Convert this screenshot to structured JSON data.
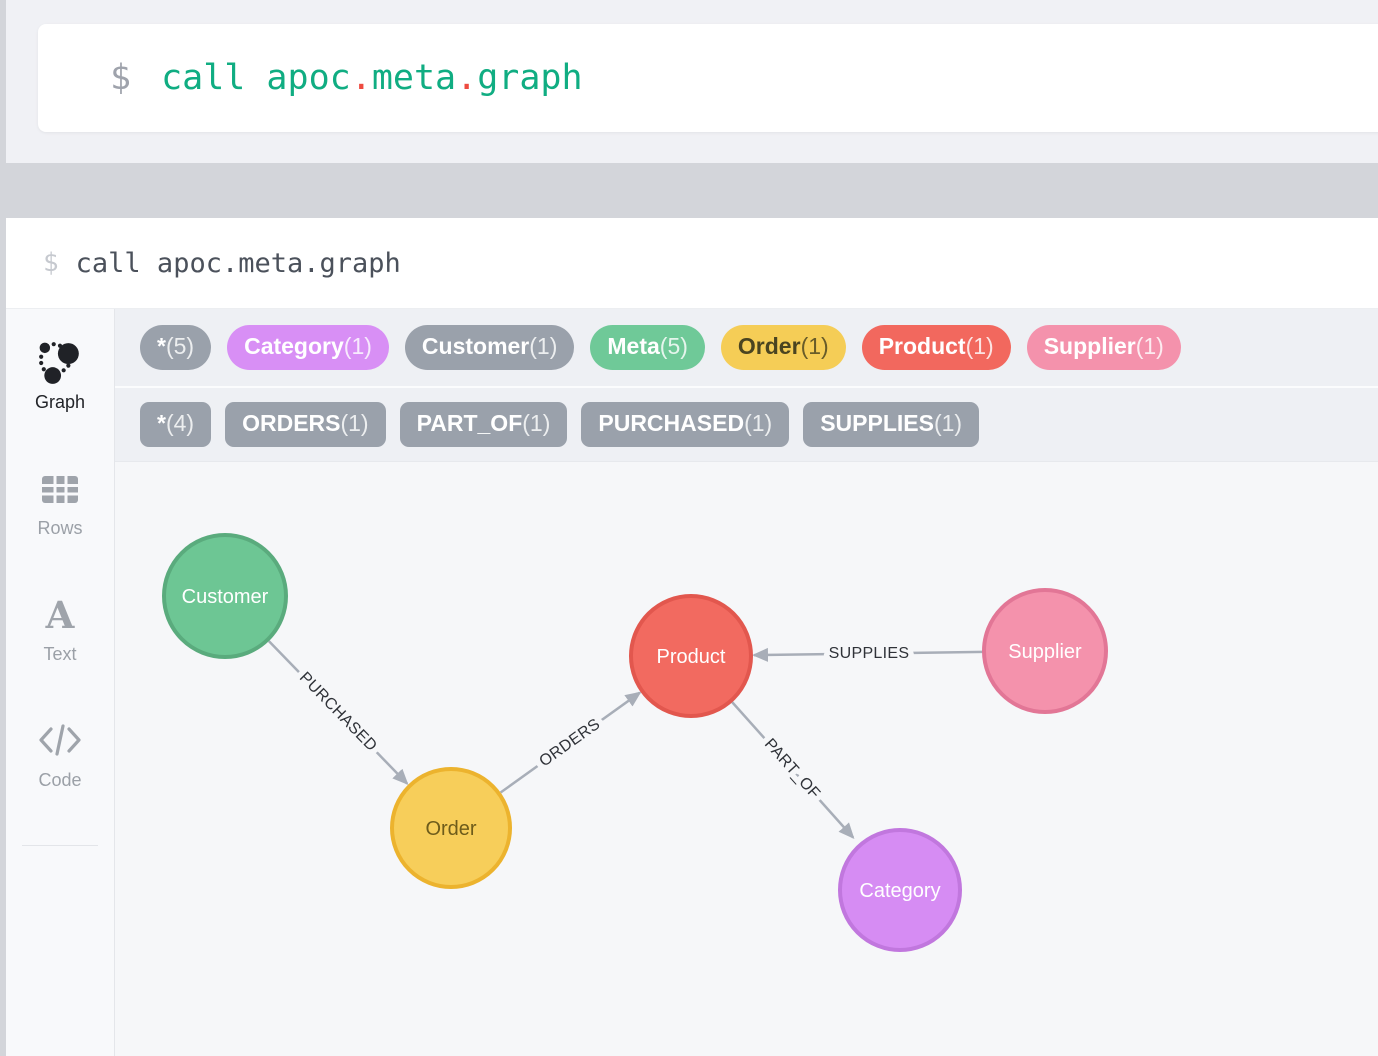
{
  "editor": {
    "prompt": "$",
    "code_segments": [
      {
        "text": "call apoc",
        "color": "green"
      },
      {
        "text": ".",
        "color": "red"
      },
      {
        "text": "meta",
        "color": "green"
      },
      {
        "text": ".",
        "color": "red"
      },
      {
        "text": "graph",
        "color": "green"
      }
    ],
    "code_green": "#10ad82",
    "code_red": "#ee4b40"
  },
  "frame": {
    "header_prompt": "$",
    "header_command": "call apoc.meta.graph"
  },
  "sidebar": {
    "items": [
      {
        "label": "Graph",
        "active": true
      },
      {
        "label": "Rows",
        "active": false
      },
      {
        "label": "Text",
        "active": false
      },
      {
        "label": "Code",
        "active": false
      }
    ]
  },
  "overview": {
    "node_badges": [
      {
        "label": "*",
        "count": "(5)",
        "color": "#9aa1ab",
        "text_color": "#ffffff"
      },
      {
        "label": "Category",
        "count": "(1)",
        "color": "#d88ff5",
        "text_color": "#ffffff"
      },
      {
        "label": "Customer",
        "count": "(1)",
        "color": "#9aa1ab",
        "text_color": "#ffffff"
      },
      {
        "label": "Meta",
        "count": "(5)",
        "color": "#6fc998",
        "text_color": "#ffffff"
      },
      {
        "label": "Order",
        "count": "(1)",
        "color": "#f5cd56",
        "text_color": "#4a4420"
      },
      {
        "label": "Product",
        "count": "(1)",
        "color": "#f2685e",
        "text_color": "#ffffff"
      },
      {
        "label": "Supplier",
        "count": "(1)",
        "color": "#f492ac",
        "text_color": "#ffffff"
      }
    ],
    "rel_badges": [
      {
        "label": "*",
        "count": "(4)"
      },
      {
        "label": "ORDERS",
        "count": "(1)"
      },
      {
        "label": "PART_OF",
        "count": "(1)"
      },
      {
        "label": "PURCHASED",
        "count": "(1)"
      },
      {
        "label": "SUPPLIES",
        "count": "(1)"
      }
    ],
    "rel_badge_color": "#9aa1ab"
  },
  "graph": {
    "edge_color": "#a8aeb8",
    "nodes": [
      {
        "label": "Customer",
        "fill": "#6dc694",
        "stroke": "#5aab7d",
        "text_color": "#ffffff"
      },
      {
        "label": "Order",
        "fill": "#f7ce5a",
        "stroke": "#ecb32e",
        "text_color": "#6e5c1b"
      },
      {
        "label": "Product",
        "fill": "#f26a60",
        "stroke": "#e2574e",
        "text_color": "#ffffff"
      },
      {
        "label": "Supplier",
        "fill": "#f492ac",
        "stroke": "#e27696",
        "text_color": "#ffffff"
      },
      {
        "label": "Category",
        "fill": "#d68cf3",
        "stroke": "#c177de",
        "text_color": "#ffffff"
      }
    ],
    "edges": [
      {
        "label": "PURCHASED",
        "from": "Customer",
        "to": "Order"
      },
      {
        "label": "ORDERS",
        "from": "Order",
        "to": "Product"
      },
      {
        "label": "SUPPLIES",
        "from": "Supplier",
        "to": "Product"
      },
      {
        "label": "PART_OF",
        "from": "Product",
        "to": "Category"
      }
    ]
  }
}
